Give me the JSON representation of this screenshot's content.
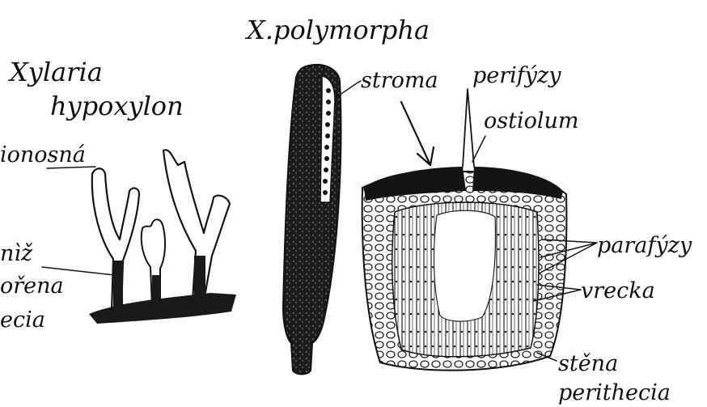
{
  "titles": {
    "left_line1": "Xylaria",
    "left_line2": "hypoxylon",
    "center": "X.polymorpha"
  },
  "labels": {
    "left_top": "ionosná",
    "left_mid1": "nìž",
    "left_mid2": "ořena",
    "left_mid3": "ecia",
    "stroma": "stroma",
    "perifyzy": "perifýzy",
    "ostiolum": "ostiolum",
    "parafyzy": "parafýzy",
    "vrecka": "vrecka",
    "stena": "stěna",
    "perithecia": "perithecia"
  },
  "colors": {
    "ink": "#141414",
    "paper": "#ffffff"
  }
}
